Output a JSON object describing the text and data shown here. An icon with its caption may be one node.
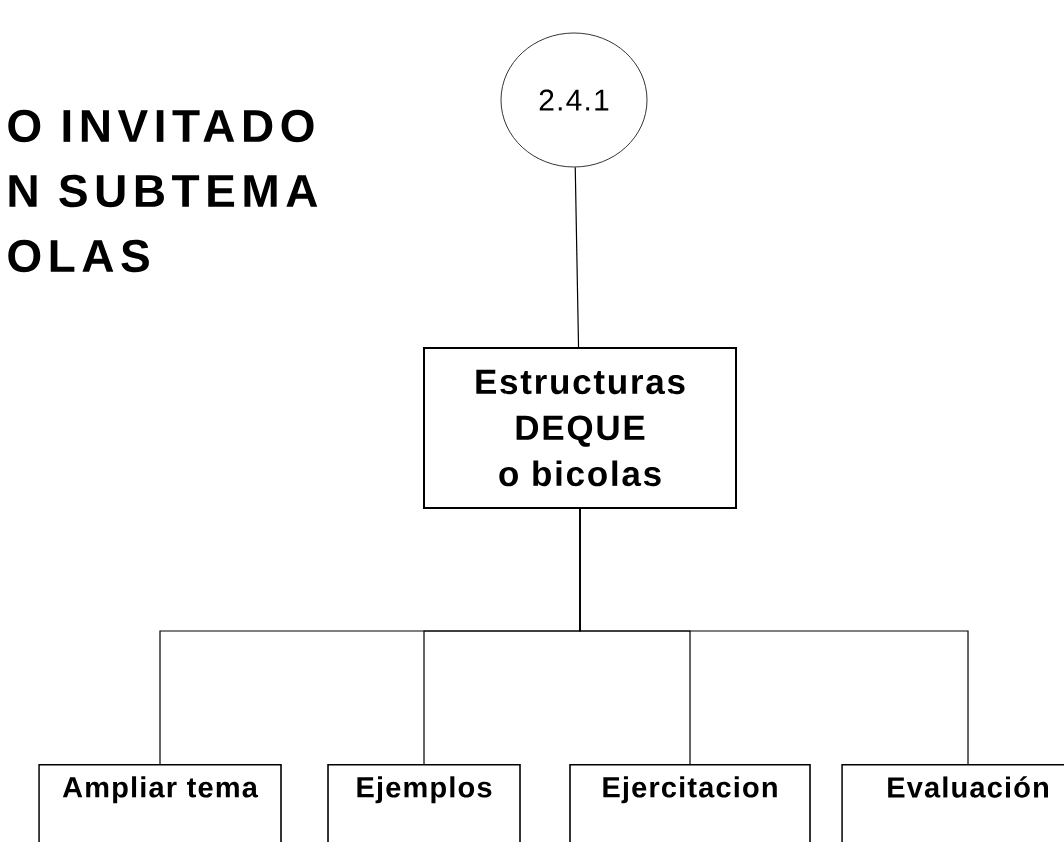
{
  "diagram": {
    "nodes": [
      {
        "text": [
          "2.4.1"
        ]
      },
      {
        "text": [
          "Estructuras DEQUE o bicolas"
        ]
      },
      {
        "text": [
          "Ampliar tema"
        ]
      },
      {
        "text": [
          "Ejemplos"
        ]
      },
      {
        "text": [
          "Ejercitacion"
        ]
      },
      {
        "text": [
          "Evaluación"
        ]
      }
    ],
    "edges": [
      {
        "from": 0,
        "to": 1,
        "arrow": "none"
      },
      {
        "from": 1,
        "to": 2,
        "arrow": "none"
      },
      {
        "from": 1,
        "to": 3,
        "arrow": "none"
      },
      {
        "from": 1,
        "to": 4,
        "arrow": "none"
      },
      {
        "from": 1,
        "to": 5,
        "arrow": "none"
      }
    ],
    "labels": [
      "O INVITADO",
      "N SUBTEMA",
      "OLAS"
    ]
  }
}
